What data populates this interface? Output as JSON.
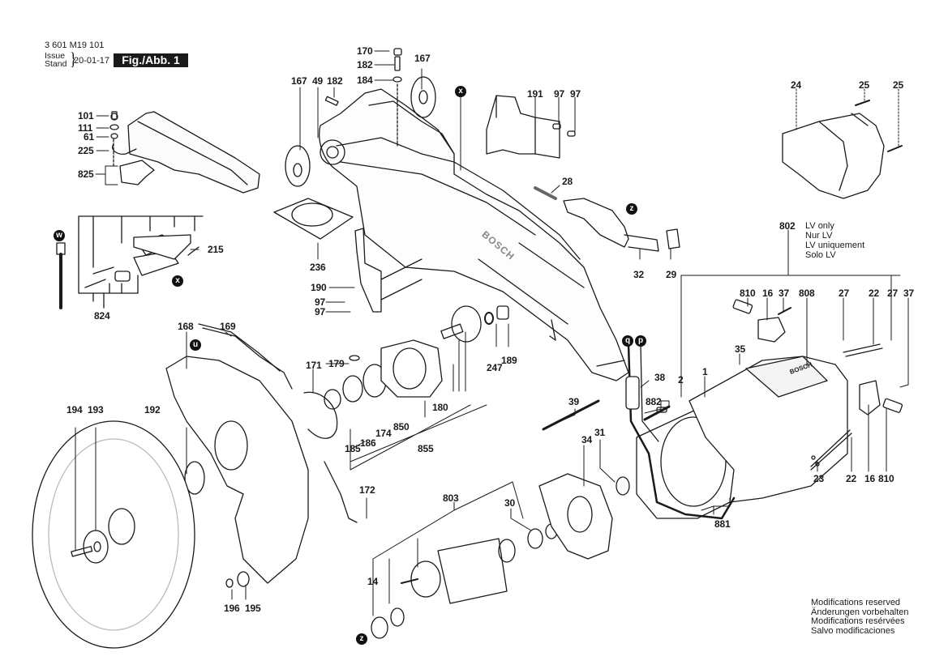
{
  "header": {
    "part_number": "3 601 M19 101",
    "issue_label": "Issue",
    "stand_label": "Stand",
    "issue_date": "20-01-17",
    "figure_label": "Fig./Abb. 1"
  },
  "variant_note": {
    "part": "802",
    "lines": [
      "LV only",
      "Nur LV",
      "LV uniquement",
      "Solo LV"
    ]
  },
  "footer_note": {
    "lines": [
      "Modifications reserved",
      "Änderungen vorbehalten",
      "Modifications resérvées",
      "Salvo modificaciones"
    ]
  },
  "connection_markers": [
    "w",
    "x",
    "x",
    "z",
    "u",
    "q",
    "p",
    "z"
  ],
  "brand_mark": "BOSCH",
  "part_labels": [
    {
      "id": "101",
      "group": "blade-guard-arm"
    },
    {
      "id": "111",
      "group": "blade-guard-arm"
    },
    {
      "id": "61",
      "group": "blade-guard-arm"
    },
    {
      "id": "225",
      "group": "blade-guard-arm"
    },
    {
      "id": "825",
      "group": "blade-guard-arm"
    },
    {
      "id": "215",
      "group": "lever-assembly"
    },
    {
      "id": "824",
      "group": "lever-assembly"
    },
    {
      "id": "170",
      "group": "upper-housing"
    },
    {
      "id": "182",
      "group": "upper-housing"
    },
    {
      "id": "184",
      "group": "upper-housing"
    },
    {
      "id": "167",
      "group": "upper-housing"
    },
    {
      "id": "167",
      "group": "upper-housing"
    },
    {
      "id": "49",
      "group": "upper-housing"
    },
    {
      "id": "182",
      "group": "upper-housing"
    },
    {
      "id": "236",
      "group": "upper-housing"
    },
    {
      "id": "190",
      "group": "upper-housing"
    },
    {
      "id": "97",
      "group": "upper-housing"
    },
    {
      "id": "97",
      "group": "upper-housing"
    },
    {
      "id": "191",
      "group": "bracket"
    },
    {
      "id": "97",
      "group": "bracket"
    },
    {
      "id": "97",
      "group": "bracket"
    },
    {
      "id": "28",
      "group": "handle-lock"
    },
    {
      "id": "32",
      "group": "handle-lock"
    },
    {
      "id": "29",
      "group": "handle-lock"
    },
    {
      "id": "24",
      "group": "motor-cap"
    },
    {
      "id": "25",
      "group": "motor-cap"
    },
    {
      "id": "25",
      "group": "motor-cap"
    },
    {
      "id": "168",
      "group": "blade-guard"
    },
    {
      "id": "169",
      "group": "blade-guard"
    },
    {
      "id": "171",
      "group": "gear-assembly"
    },
    {
      "id": "179",
      "group": "gear-assembly"
    },
    {
      "id": "189",
      "group": "gear-assembly"
    },
    {
      "id": "247",
      "group": "gear-assembly"
    },
    {
      "id": "180",
      "group": "gear-assembly"
    },
    {
      "id": "850",
      "group": "gear-assembly"
    },
    {
      "id": "174",
      "group": "gear-assembly"
    },
    {
      "id": "186",
      "group": "gear-assembly"
    },
    {
      "id": "185",
      "group": "gear-assembly"
    },
    {
      "id": "855",
      "group": "gear-assembly"
    },
    {
      "id": "194",
      "group": "blade"
    },
    {
      "id": "193",
      "group": "blade"
    },
    {
      "id": "192",
      "group": "blade"
    },
    {
      "id": "172",
      "group": "blade-guard"
    },
    {
      "id": "196",
      "group": "blade"
    },
    {
      "id": "195",
      "group": "blade"
    },
    {
      "id": "803",
      "group": "armature"
    },
    {
      "id": "30",
      "group": "armature"
    },
    {
      "id": "14",
      "group": "armature"
    },
    {
      "id": "34",
      "group": "fan-baffle"
    },
    {
      "id": "31",
      "group": "fan-baffle"
    },
    {
      "id": "39",
      "group": "cable"
    },
    {
      "id": "38",
      "group": "cable"
    },
    {
      "id": "882",
      "group": "cable"
    },
    {
      "id": "881",
      "group": "cable"
    },
    {
      "id": "802",
      "group": "motor"
    },
    {
      "id": "810",
      "group": "motor"
    },
    {
      "id": "16",
      "group": "motor"
    },
    {
      "id": "37",
      "group": "motor"
    },
    {
      "id": "808",
      "group": "motor"
    },
    {
      "id": "27",
      "group": "motor"
    },
    {
      "id": "22",
      "group": "motor"
    },
    {
      "id": "27",
      "group": "motor"
    },
    {
      "id": "37",
      "group": "motor"
    },
    {
      "id": "35",
      "group": "motor"
    },
    {
      "id": "2",
      "group": "motor"
    },
    {
      "id": "1",
      "group": "motor"
    },
    {
      "id": "23",
      "group": "motor"
    },
    {
      "id": "22",
      "group": "motor"
    },
    {
      "id": "16",
      "group": "motor"
    },
    {
      "id": "810",
      "group": "motor"
    }
  ]
}
